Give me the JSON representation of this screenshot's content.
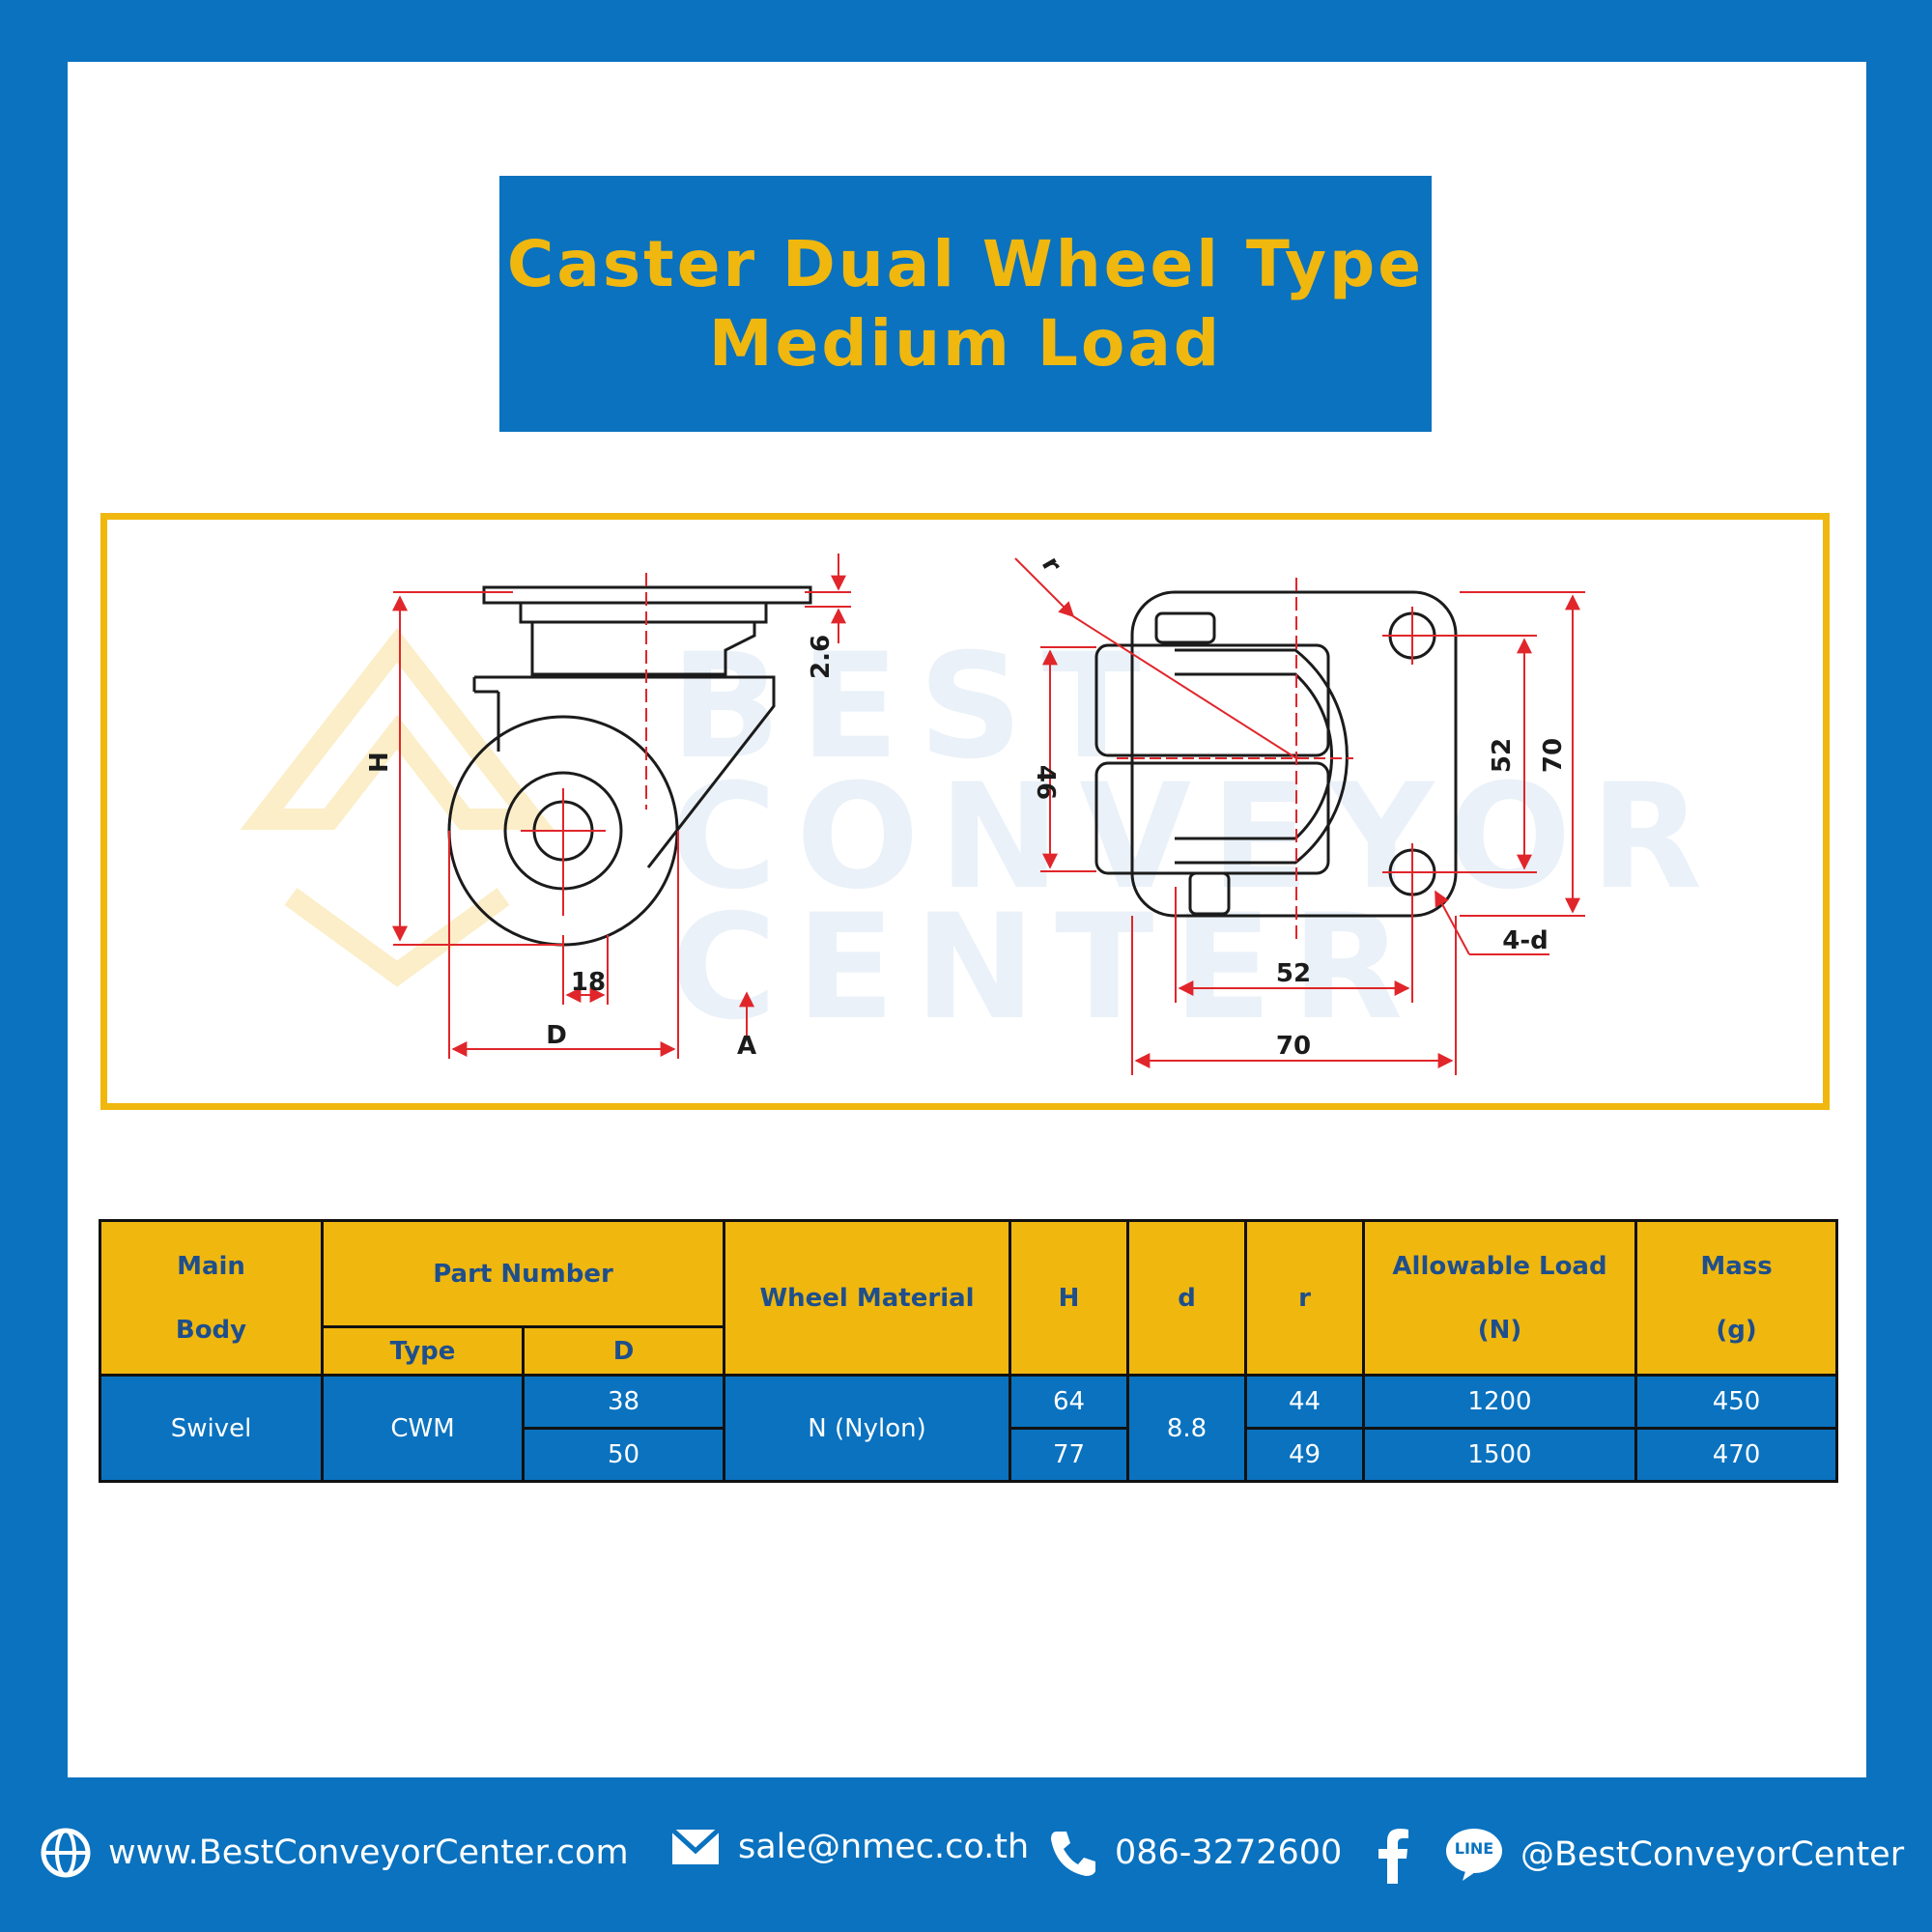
{
  "title": {
    "line1": "Caster Dual Wheel Type",
    "line2": "Medium Load"
  },
  "colors": {
    "brand_blue": "#0a72bf",
    "accent_yellow": "#f0b70f",
    "dimension_red": "#e0262b",
    "header_text": "#1e4f8c"
  },
  "drawing": {
    "watermark": [
      "BEST",
      "CONVEYOR",
      "CENTER"
    ],
    "side_view": {
      "H": "H",
      "plate_thickness": "2.6",
      "offset": "18",
      "D": "D",
      "A": "A"
    },
    "top_view": {
      "r": "r",
      "width_inner": "46",
      "hole_pitch_vertical": "52",
      "plate_height": "70",
      "hole_label": "4-d",
      "hole_pitch_horizontal": "52",
      "plate_width": "70"
    }
  },
  "table": {
    "headers": {
      "main_body_1": "Main",
      "main_body_2": "Body",
      "part_number": "Part Number",
      "type": "Type",
      "d_upper": "D",
      "wheel_material": "Wheel Material",
      "h": "H",
      "d_lower": "d",
      "r": "r",
      "allowable_load_1": "Allowable Load",
      "allowable_load_2": "(N)",
      "mass_1": "Mass",
      "mass_2": "(g)"
    },
    "body": "Swivel",
    "type": "CWM",
    "wheel_material": "N (Nylon)",
    "d": "8.8",
    "rows": [
      {
        "D": "38",
        "H": "64",
        "r": "44",
        "load": "1200",
        "mass": "450"
      },
      {
        "D": "50",
        "H": "77",
        "r": "49",
        "load": "1500",
        "mass": "470"
      }
    ]
  },
  "footer": {
    "website": "www.BestConveyorCenter.com",
    "email": "sale@nmec.co.th",
    "phone": "086-3272600",
    "line_badge": "LINE",
    "social": "@BestConveyorCenter"
  }
}
